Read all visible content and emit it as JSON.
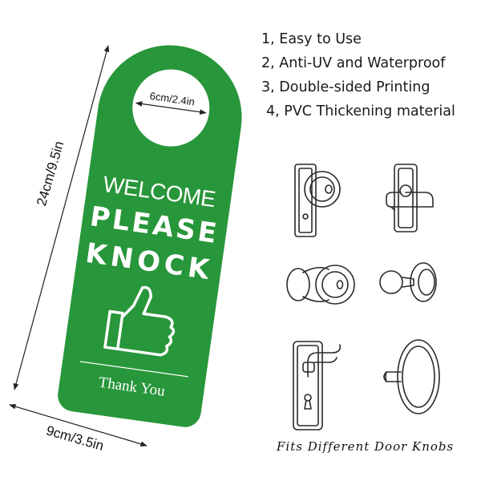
{
  "sign": {
    "hole_label": "6cm/2.4in",
    "height_label": "24cm/9.5in",
    "width_label": "9cm/3.5in",
    "welcome": "WELCOME",
    "line1": "PLEASE",
    "line2": "KNOCK",
    "thank_you": "Thank You",
    "color": "#28963a"
  },
  "features": [
    "1, Easy to Use",
    "2, Anti-UV and Waterproof",
    "3, Double-sided Printing",
    "4, PVC Thickening material"
  ],
  "fits_caption": "Fits Different Door Knobs",
  "door_hardware_icons": [
    "round-knob-on-plate-icon",
    "lever-handle-on-plate-icon",
    "round-knob-with-rosette-icon",
    "mushroom-knob-icon",
    "hook-on-keyhole-plate-icon",
    "oval-rosette-knob-icon"
  ]
}
